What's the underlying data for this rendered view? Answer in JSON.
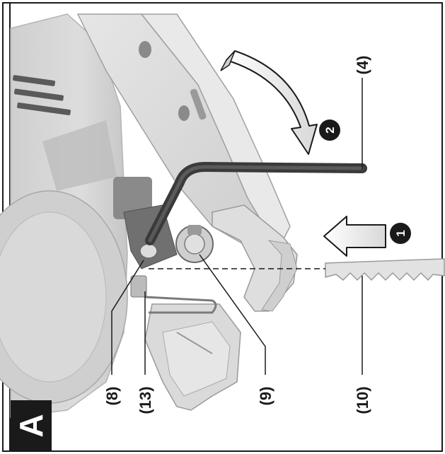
{
  "figure": {
    "letter": "A",
    "step_badges": [
      {
        "text": "1",
        "meaning": "insert-blade"
      },
      {
        "text": "2",
        "meaning": "rotate-key"
      }
    ],
    "callouts": [
      {
        "id": "c4",
        "text": "(4)"
      },
      {
        "id": "c8",
        "text": "(8)"
      },
      {
        "id": "c13",
        "text": "(13)"
      },
      {
        "id": "c9",
        "text": "(9)"
      },
      {
        "id": "c10",
        "text": "(10)"
      }
    ]
  },
  "colors": {
    "frame": "#1a1a1a",
    "tool_body_light": "#dcdcdc",
    "tool_body_mid": "#c3c3c3",
    "tool_body_dark": "#8f8f8f",
    "hex_key": "#3a3a3a",
    "arrow_fill": "#f0f0f0",
    "badge": "#1a1a1a"
  }
}
